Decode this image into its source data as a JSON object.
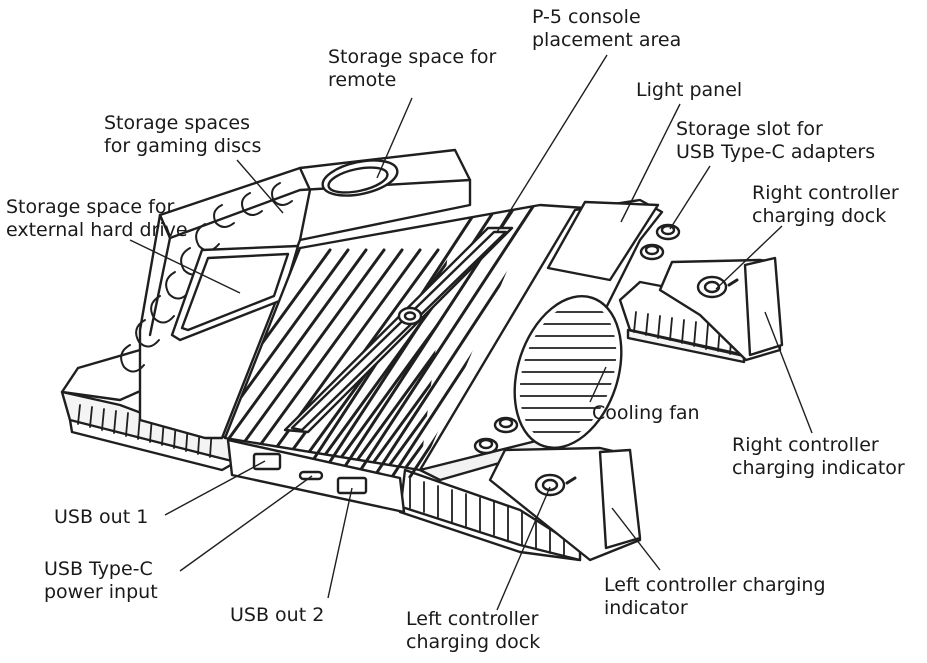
{
  "diagram": {
    "labels": {
      "console_area": [
        "P-5 console",
        "placement area"
      ],
      "remote_storage": [
        "Storage space for",
        "remote"
      ],
      "light_panel": [
        "Light panel"
      ],
      "usb_c_adapter_slot": [
        "Storage slot for",
        "USB Type-C adapters"
      ],
      "disc_storage": [
        "Storage spaces",
        "for gaming discs"
      ],
      "right_dock": [
        "Right controller",
        "charging dock"
      ],
      "hdd_storage": [
        "Storage space for",
        "external hard drive"
      ],
      "cooling_fan": [
        "Cooling fan"
      ],
      "right_indicator": [
        "Right controller",
        "charging indicator"
      ],
      "usb_out_1": [
        "USB out 1"
      ],
      "usb_c_power": [
        "USB Type-C",
        "power input"
      ],
      "left_indicator": [
        "Left controller charging",
        "indicator"
      ],
      "usb_out_2": [
        "USB out 2"
      ],
      "left_dock": [
        "Left controller",
        "charging dock"
      ]
    }
  }
}
